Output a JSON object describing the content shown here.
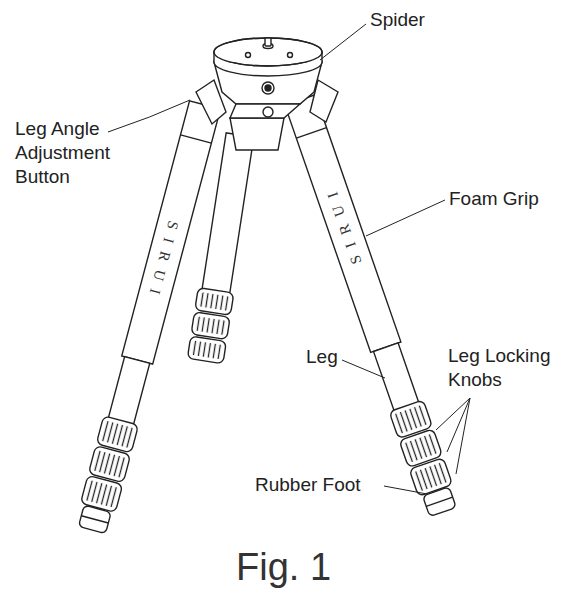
{
  "diagram": {
    "caption": "Fig. 1",
    "labels": [
      "Spider",
      "Leg Angle Adjustment Button",
      "Foam Grip",
      "Leg",
      "Leg Locking Knobs",
      "Rubber Foot",
      "SIRUI",
      "SIRUI"
    ]
  }
}
